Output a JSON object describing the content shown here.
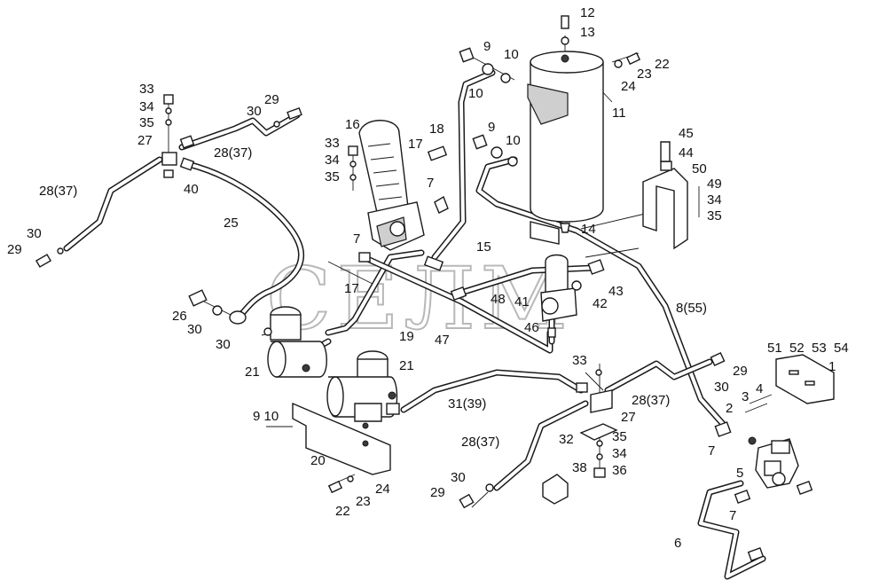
{
  "watermark": "СЕЛМ",
  "labels": [
    {
      "id": "l12",
      "text": "12"
    },
    {
      "id": "l13",
      "text": "13"
    },
    {
      "id": "l9a",
      "text": "9"
    },
    {
      "id": "l10a",
      "text": "10"
    },
    {
      "id": "l10b",
      "text": "10"
    },
    {
      "id": "l22a",
      "text": "22"
    },
    {
      "id": "l23a",
      "text": "23"
    },
    {
      "id": "l24a",
      "text": "24"
    },
    {
      "id": "l11",
      "text": "11"
    },
    {
      "id": "l33a",
      "text": "33"
    },
    {
      "id": "l34a",
      "text": "34"
    },
    {
      "id": "l35a",
      "text": "35"
    },
    {
      "id": "l27a",
      "text": "27"
    },
    {
      "id": "l29a",
      "text": "29"
    },
    {
      "id": "l30a",
      "text": "30"
    },
    {
      "id": "l2837a",
      "text": "28(37)"
    },
    {
      "id": "l40",
      "text": "40"
    },
    {
      "id": "l2837b",
      "text": "28(37)"
    },
    {
      "id": "l29b",
      "text": "29"
    },
    {
      "id": "l30b",
      "text": "30"
    },
    {
      "id": "l25",
      "text": "25"
    },
    {
      "id": "l16",
      "text": "16"
    },
    {
      "id": "l33b",
      "text": "33"
    },
    {
      "id": "l34b",
      "text": "34"
    },
    {
      "id": "l35b",
      "text": "35"
    },
    {
      "id": "l17a",
      "text": "17"
    },
    {
      "id": "l18",
      "text": "18"
    },
    {
      "id": "l9b",
      "text": "9"
    },
    {
      "id": "l10c",
      "text": "10"
    },
    {
      "id": "l7a",
      "text": "7"
    },
    {
      "id": "l45",
      "text": "45"
    },
    {
      "id": "l44",
      "text": "44"
    },
    {
      "id": "l50",
      "text": "50"
    },
    {
      "id": "l49",
      "text": "49"
    },
    {
      "id": "l34c",
      "text": "34"
    },
    {
      "id": "l35c",
      "text": "35"
    },
    {
      "id": "l14",
      "text": "14"
    },
    {
      "id": "l15",
      "text": "15"
    },
    {
      "id": "l7b",
      "text": "7"
    },
    {
      "id": "l17b",
      "text": "17"
    },
    {
      "id": "l48",
      "text": "48"
    },
    {
      "id": "l41",
      "text": "41"
    },
    {
      "id": "l43",
      "text": "43"
    },
    {
      "id": "l42",
      "text": "42"
    },
    {
      "id": "l855",
      "text": "8(55)"
    },
    {
      "id": "l26",
      "text": "26"
    },
    {
      "id": "l30c",
      "text": "30"
    },
    {
      "id": "l30d",
      "text": "30"
    },
    {
      "id": "l19",
      "text": "19"
    },
    {
      "id": "l47",
      "text": "47"
    },
    {
      "id": "l46",
      "text": "46"
    },
    {
      "id": "l21a",
      "text": "21"
    },
    {
      "id": "l21b",
      "text": "21"
    },
    {
      "id": "l51",
      "text": "51"
    },
    {
      "id": "l52",
      "text": "52"
    },
    {
      "id": "l53",
      "text": "53"
    },
    {
      "id": "l54",
      "text": "54"
    },
    {
      "id": "l1",
      "text": "1"
    },
    {
      "id": "l4",
      "text": "4"
    },
    {
      "id": "l3",
      "text": "3"
    },
    {
      "id": "l2",
      "text": "2"
    },
    {
      "id": "l29c",
      "text": "29"
    },
    {
      "id": "l30e",
      "text": "30"
    },
    {
      "id": "l33c",
      "text": "33"
    },
    {
      "id": "l3139",
      "text": "31(39)"
    },
    {
      "id": "l2837c",
      "text": "28(37)"
    },
    {
      "id": "l27b",
      "text": "27"
    },
    {
      "id": "l910",
      "text": "9 10"
    },
    {
      "id": "l32",
      "text": "32"
    },
    {
      "id": "l35d",
      "text": "35"
    },
    {
      "id": "l34d",
      "text": "34"
    },
    {
      "id": "l36",
      "text": "36"
    },
    {
      "id": "l2837d",
      "text": "28(37)"
    },
    {
      "id": "l7c",
      "text": "7"
    },
    {
      "id": "l5",
      "text": "5"
    },
    {
      "id": "l20",
      "text": "20"
    },
    {
      "id": "l38",
      "text": "38"
    },
    {
      "id": "l24b",
      "text": "24"
    },
    {
      "id": "l23b",
      "text": "23"
    },
    {
      "id": "l22b",
      "text": "22"
    },
    {
      "id": "l30f",
      "text": "30"
    },
    {
      "id": "l29d",
      "text": "29"
    },
    {
      "id": "l7d",
      "text": "7"
    },
    {
      "id": "l6",
      "text": "6"
    }
  ]
}
